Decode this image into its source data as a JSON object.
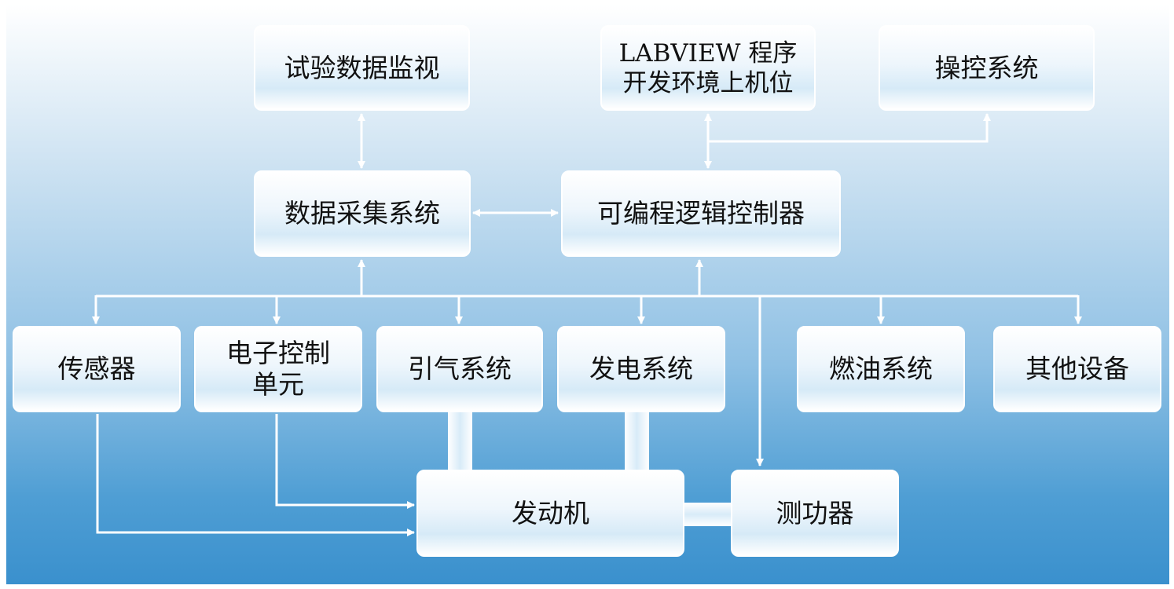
{
  "nodes": {
    "test_data_monitor": "试验数据监视",
    "labview_pc": "LABVIEW 程序\n开发环境上机位",
    "control_system": "操控系统",
    "data_acquisition": "数据采集系统",
    "plc": "可编程逻辑控制器",
    "sensor": "传感器",
    "ecu": "电子控制\n单元",
    "bleed_air": "引气系统",
    "power_generation": "发电系统",
    "fuel_system": "燃油系统",
    "other_equipment": "其他设备",
    "engine": "发动机",
    "dynamometer": "测功器"
  },
  "colors": {
    "background_top": "#ffffff",
    "background_bottom": "#3a90cd",
    "box_fill": "#eef6fc",
    "connector": "#ffffff"
  }
}
